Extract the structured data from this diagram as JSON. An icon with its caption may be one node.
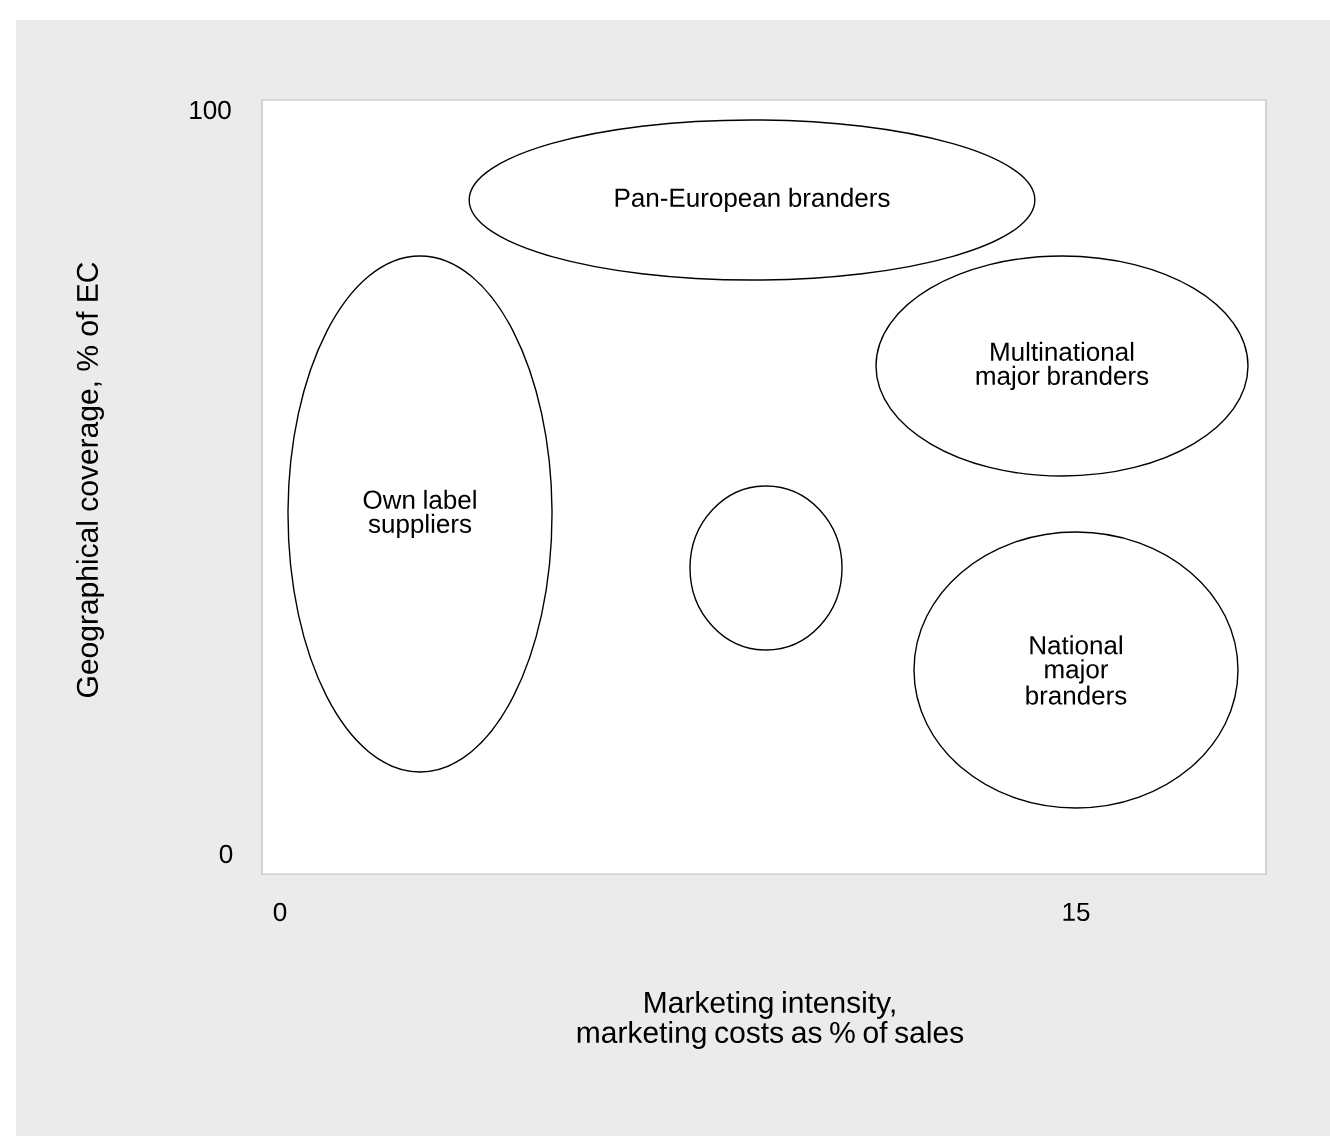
{
  "diagram": {
    "nodes": [
      {
        "text": [
          "Pan-European branders"
        ]
      },
      {
        "text": [
          "Multinational major branders"
        ]
      },
      {
        "text": [
          "Own label suppliers"
        ]
      },
      {
        "text": [],
        "shape": "circle"
      },
      {
        "text": [
          "National major branders"
        ]
      }
    ],
    "labels": [
      "100",
      "Geographical coverage, % of EC",
      "0",
      "0",
      "15",
      "Marketing intensity, marketing costs as % of sales"
    ]
  }
}
